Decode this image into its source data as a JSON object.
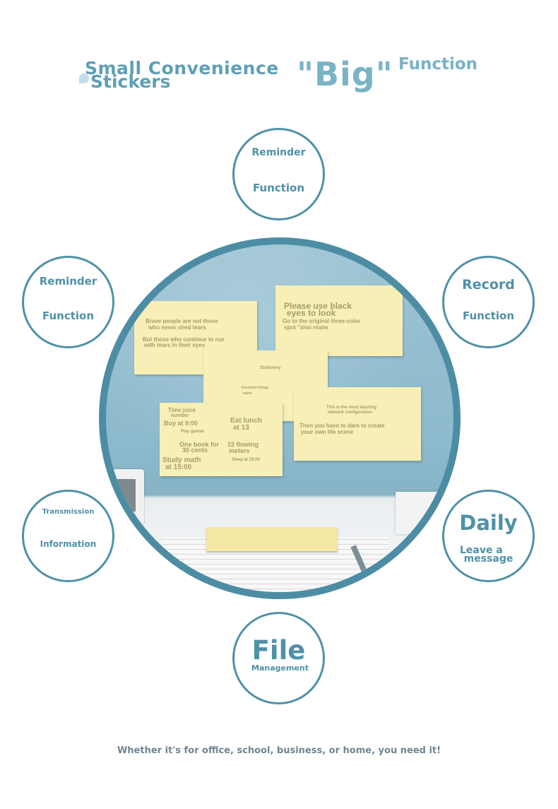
{
  "colors": {
    "accent": "#4f91a8",
    "accent_light": "#7ab3c6",
    "note_yellow": "#f7efb5",
    "wall_blue": "#8dbacc",
    "footer_text": "#6d8792"
  },
  "header": {
    "line1": "Small Convenience",
    "line2": "Stickers",
    "quote": "\"Big\"",
    "function": "Function"
  },
  "circles": {
    "top": {
      "line1": "Reminder",
      "line2": "Function"
    },
    "left_top": {
      "line1": "Reminder",
      "line2": "Function"
    },
    "right_top": {
      "line1": "Record",
      "line2": "Function"
    },
    "left_bottom": {
      "line1": "Transmission",
      "line2": "Information"
    },
    "right_bottom": {
      "line1": "Daily",
      "line2": "Leave a",
      "line3": "message"
    },
    "bottom": {
      "line1": "File",
      "line2": "Management"
    }
  },
  "photo": {
    "note1": {
      "l1": "Brave people are not those",
      "l2": "who never shed tears",
      "l3": "But those who continue to run",
      "l4": "with tears in their eyes"
    },
    "note2": {
      "l1": "Please use black",
      "l2": "eyes to look",
      "l3": "Go to the original three-color",
      "l4": "spot \"also realm"
    },
    "note3": {
      "l1": "Stationery",
      "l2": "Excellent things",
      "l3": "name"
    },
    "note4": {
      "l1": "Time juice",
      "l2": "number",
      "l3": "Buy at 9:00",
      "l4": "Play games",
      "l5": "One book for",
      "l6": "30 cents",
      "l7": "Study math",
      "l8": "at 15:00",
      "l9": "Eat lunch",
      "l10": "at 13",
      "l11": "22 flowing",
      "l12": "meters",
      "l13": "Sleep at 23:00"
    },
    "note5": {
      "l1": "This is the most dazzling",
      "l2": "network configuration",
      "l3": "Then you have to dare to create",
      "l4": "your own life scene"
    }
  },
  "footer": {
    "text": "Whether it's for office, school, business, or home, you need it!"
  }
}
